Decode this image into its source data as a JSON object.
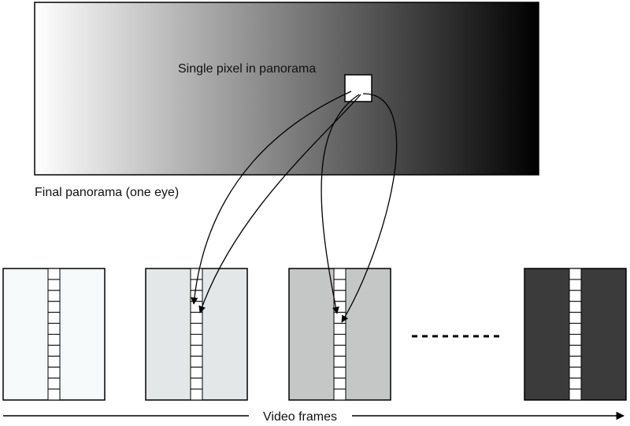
{
  "panorama": {
    "pixel_label": "Single pixel in panorama",
    "caption": "Final panorama (one eye)",
    "gradient_start": "#ffffff",
    "gradient_end": "#000000"
  },
  "frames": [
    {
      "fill": "#f6fafa"
    },
    {
      "fill": "#e4e7e7"
    },
    {
      "fill": "#c5c7c7"
    },
    {
      "fill": "#3b3b3b"
    }
  ],
  "strip_cells": 12,
  "timeline": {
    "label": "Video frames"
  }
}
